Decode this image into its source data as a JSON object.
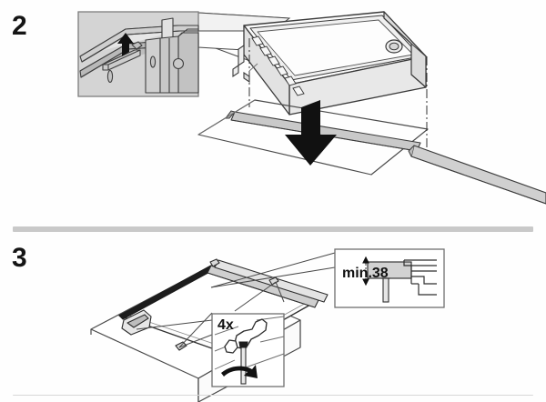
{
  "document": {
    "type": "installation-instruction-diagram",
    "subject": "built-in cooktop installation",
    "background_color": "#fefefe"
  },
  "steps": [
    {
      "number": "2",
      "title": "",
      "detail_callouts": [
        {
          "name": "clip-engagement-detail",
          "label": "",
          "fill_color": "#d4d4d4",
          "border_color": "#7a7a7a",
          "arrow": "up-arrow"
        }
      ],
      "annotations": [],
      "arrows": [
        {
          "name": "insert-down-arrow",
          "direction": "down",
          "color": "#111111"
        }
      ]
    },
    {
      "number": "3",
      "title": "",
      "detail_callouts": [
        {
          "name": "clamp-screw-detail",
          "label": "4x",
          "fill_color": "#ffffff",
          "border_color": "#6f6f6f",
          "arrow": "rotate-arrow"
        },
        {
          "name": "worktop-thickness-detail",
          "label": "min.38",
          "fill_color": "#ffffff",
          "border_color": "#6f6f6f",
          "arrow": "dimension-arrows"
        }
      ],
      "annotations": [
        {
          "name": "quantity-badge",
          "text": "4x"
        },
        {
          "name": "dimension-label",
          "text": "min.38"
        }
      ],
      "arrows": [
        {
          "name": "tighten-rotate-arrow",
          "direction": "rotate",
          "color": "#111111"
        }
      ]
    }
  ],
  "dividers": [
    {
      "name": "step-divider",
      "color": "#c9c9c9"
    },
    {
      "name": "footer-rule",
      "color": "#d8d8d8"
    }
  ],
  "palette": {
    "line": "#3a3a3a",
    "line_light": "#8a8a8a",
    "fill_light": "#ededed",
    "fill_mid": "#d4d4d4",
    "fill_dark": "#b4b4b4",
    "black": "#111111",
    "divider": "#c9c9c9"
  }
}
